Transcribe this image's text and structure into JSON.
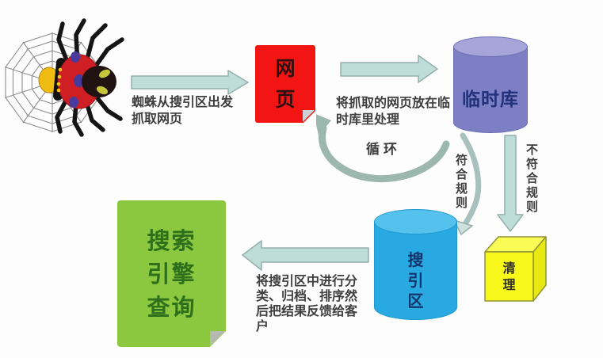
{
  "illustration": {
    "name": "spider-on-web",
    "web_color": "#8f8f8f",
    "body_color": "#cf1f25",
    "leg_color": "#151515",
    "head_color": "#201312",
    "eye_color": "#c6c63a",
    "spinneret_color": "#f0bb13",
    "spot_color": "#4a3a9e"
  },
  "nodes": {
    "webpage": {
      "label": "网页",
      "shape": "folded-page",
      "fill": "#f31414",
      "text_color": "#2a1010"
    },
    "temp_store": {
      "label": "临时库",
      "shape": "cylinder",
      "fill": "#7d7fc5",
      "top_fill": "#a6a5da",
      "text_color": "#23307a"
    },
    "index_zone": {
      "label": "搜引区",
      "shape": "cylinder",
      "fill": "#29a9e1",
      "top_fill": "#55c1ed",
      "text_color": "#14356b"
    },
    "cleanup": {
      "label": "清理",
      "shape": "cube",
      "fill": "#f8f81a",
      "text_color": "#2e2e2e"
    },
    "search_query": {
      "label": "搜索引擎查询",
      "shape": "folded-page",
      "fill": "#8cc83f",
      "text_color": "#2e6f1b"
    }
  },
  "annotations": {
    "spider_note": "蜘蛛从搜引区出发\n抓取网页",
    "temp_note": "将抓取的网页放在临\n时库里处理",
    "loop_label": "循环",
    "match_label": "符合规则",
    "no_match_label": "不符合规则",
    "result_note": "将搜引区中进行分\n类、归档、排序然\n后把结果反馈给客\n户"
  },
  "arrows": {
    "block_fill": "#bedcd8",
    "block_stroke": "#94afab",
    "curve_color": "#9cb8ae"
  }
}
